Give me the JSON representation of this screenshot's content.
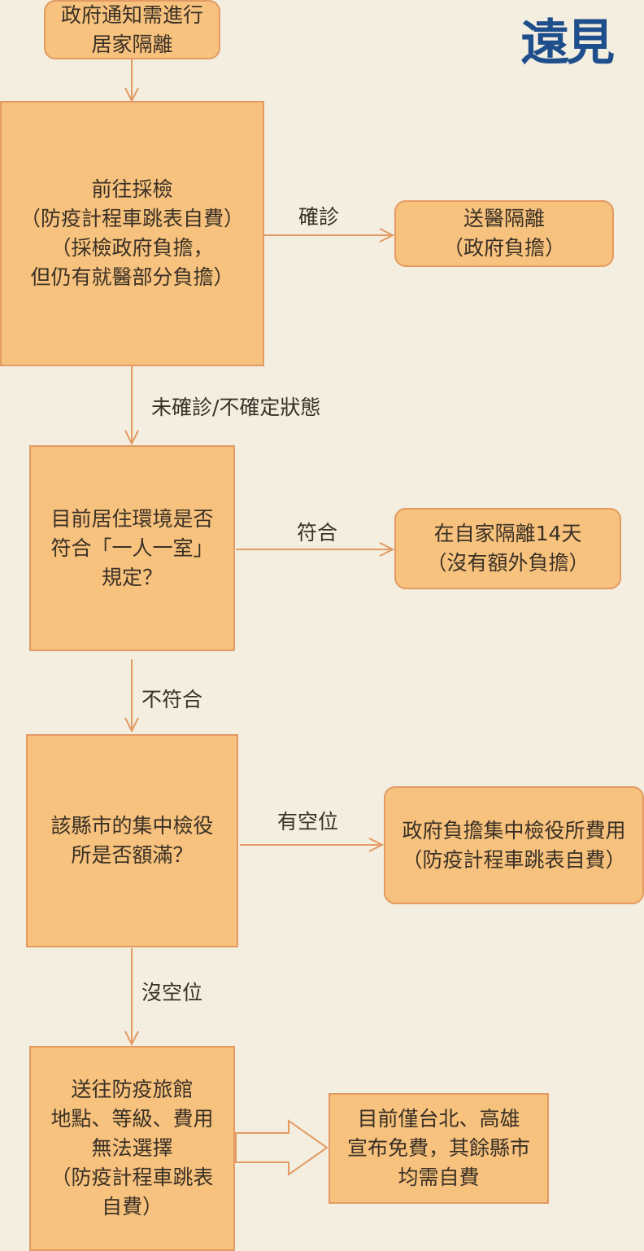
{
  "logo": "遠見",
  "nodes": {
    "notice": "政府通知需進行\n居家隔離",
    "test": "前往採檢\n（防疫計程車跳表自費）\n（採檢政府負擔，\n但仍有就醫部分負擔）",
    "hospital": "送醫隔離\n（政府負擔）",
    "home_check": "目前居住環境是否\n符合「一人一室」\n規定？",
    "home_quarantine": "在自家隔離14天\n（沒有額外負擔）",
    "center_check": "該縣市的集中檢役\n所是否額滿？",
    "center_paid": "政府負擔集中檢役所費用\n（防疫計程車跳表自費）",
    "hotel": "送往防疫旅館\n地點、等級、費用\n無法選擇\n（防疫計程車跳表\n自費）",
    "free_note": "目前僅台北、高雄\n宣布免費，其餘縣市\n均需自費"
  },
  "edges": {
    "confirmed": "確診",
    "not_confirmed": "未確診/不確定狀態",
    "meets": "符合",
    "not_meets": "不符合",
    "vacancy": "有空位",
    "no_vacancy": "沒空位"
  }
}
